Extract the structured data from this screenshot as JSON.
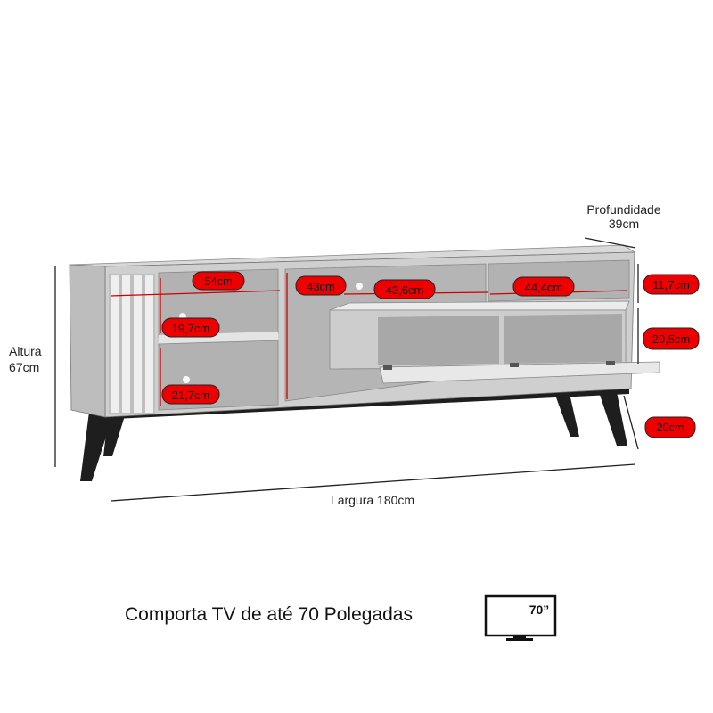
{
  "colors": {
    "badge_fill": "#ee0000",
    "badge_border": "#222222",
    "cabinet_face": "#cfcfcf",
    "cabinet_light": "#e6e6e6",
    "cabinet_dark": "#a9a9a9",
    "legs": "#1e1e1e",
    "dimension_line": "#222222"
  },
  "dimensions": {
    "depth_label": "Profundidade",
    "depth_value": "39cm",
    "height_label": "Altura",
    "height_value": "67cm",
    "width_label": "Largura 180cm"
  },
  "badges": {
    "left_niche_width": "54cm",
    "upper_niche_height": "19,7cm",
    "lower_niche_height": "21,7cm",
    "center_height": "43cm",
    "center_width": "43,6cm",
    "right_width": "44,4cm",
    "right_top_height": "11,7cm",
    "right_mid_height": "20,5cm",
    "legs_height": "20cm"
  },
  "caption": "Comporta TV de até 70 Polegadas",
  "tv_icon": {
    "icon": "tv-icon",
    "label": "70”"
  }
}
